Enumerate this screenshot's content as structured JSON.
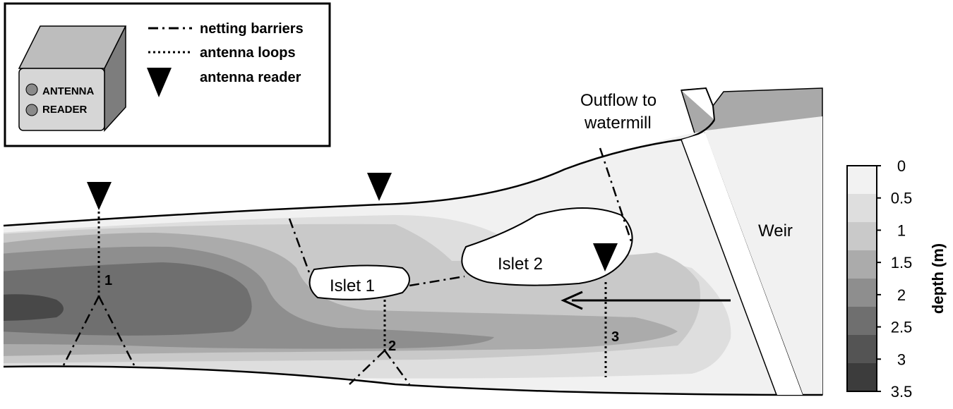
{
  "legend": {
    "device_label_line1": "ANTENNA",
    "device_label_line2": "READER",
    "items": [
      {
        "symbol": "dash-dot-line",
        "label": "netting barriers"
      },
      {
        "symbol": "dotted-line",
        "label": "antenna loops"
      },
      {
        "symbol": "triangle",
        "label": "antenna reader"
      }
    ]
  },
  "map": {
    "outflow_line1": "Outflow to",
    "outflow_line2": "watermill",
    "weir_label": "Weir",
    "islets": [
      {
        "label": "Islet 1"
      },
      {
        "label": "Islet 2"
      }
    ],
    "antenna_ids": [
      "1",
      "2",
      "3"
    ],
    "flow_direction": "right-to-left"
  },
  "colorbar": {
    "title": "depth (m)",
    "ticks": [
      "0",
      "0.5",
      "1",
      "1.5",
      "2",
      "2.5",
      "3",
      "3.5"
    ],
    "colors": [
      "#f2f2f2",
      "#dedede",
      "#c9c9c9",
      "#ababab",
      "#8e8e8e",
      "#6f6f6f",
      "#545454",
      "#3c3c3c"
    ]
  }
}
